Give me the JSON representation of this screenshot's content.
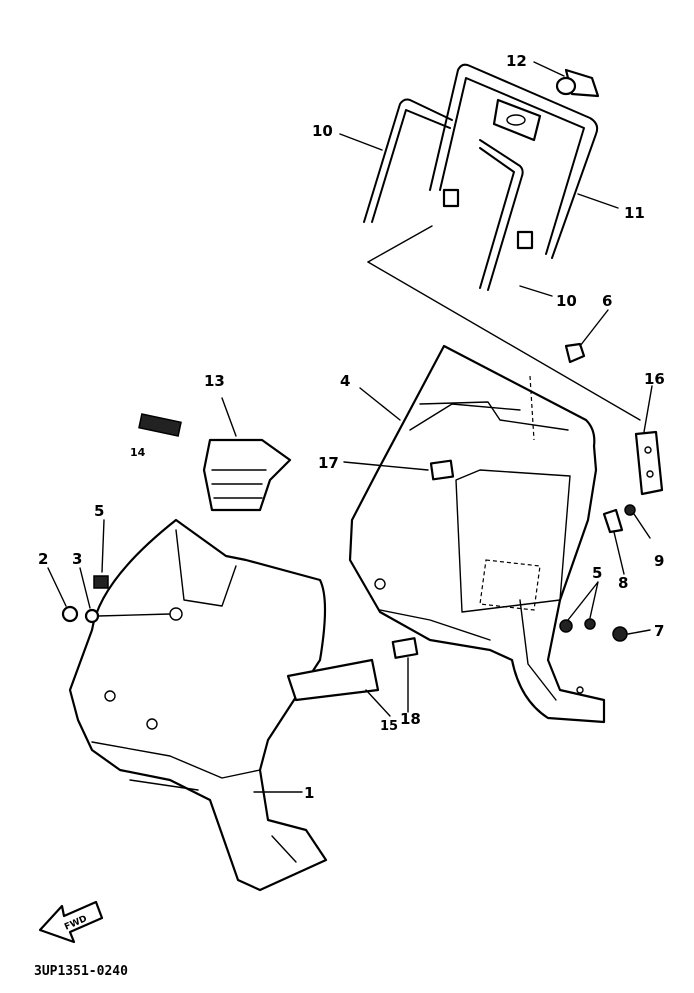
{
  "diagram": {
    "callouts": {
      "c1": "1",
      "c2": "2",
      "c3": "3",
      "c4": "4",
      "c5a": "5",
      "c5b": "5",
      "c6": "6",
      "c7": "7",
      "c8": "8",
      "c9": "9",
      "c10a": "10",
      "c10b": "10",
      "c11": "11",
      "c12": "12",
      "c13": "13",
      "c14": "14",
      "c15": "15",
      "c16": "16",
      "c17": "17",
      "c18": "18"
    },
    "forward_arrow_label": "FWD",
    "drawing_code": "3UP1351-0240"
  }
}
